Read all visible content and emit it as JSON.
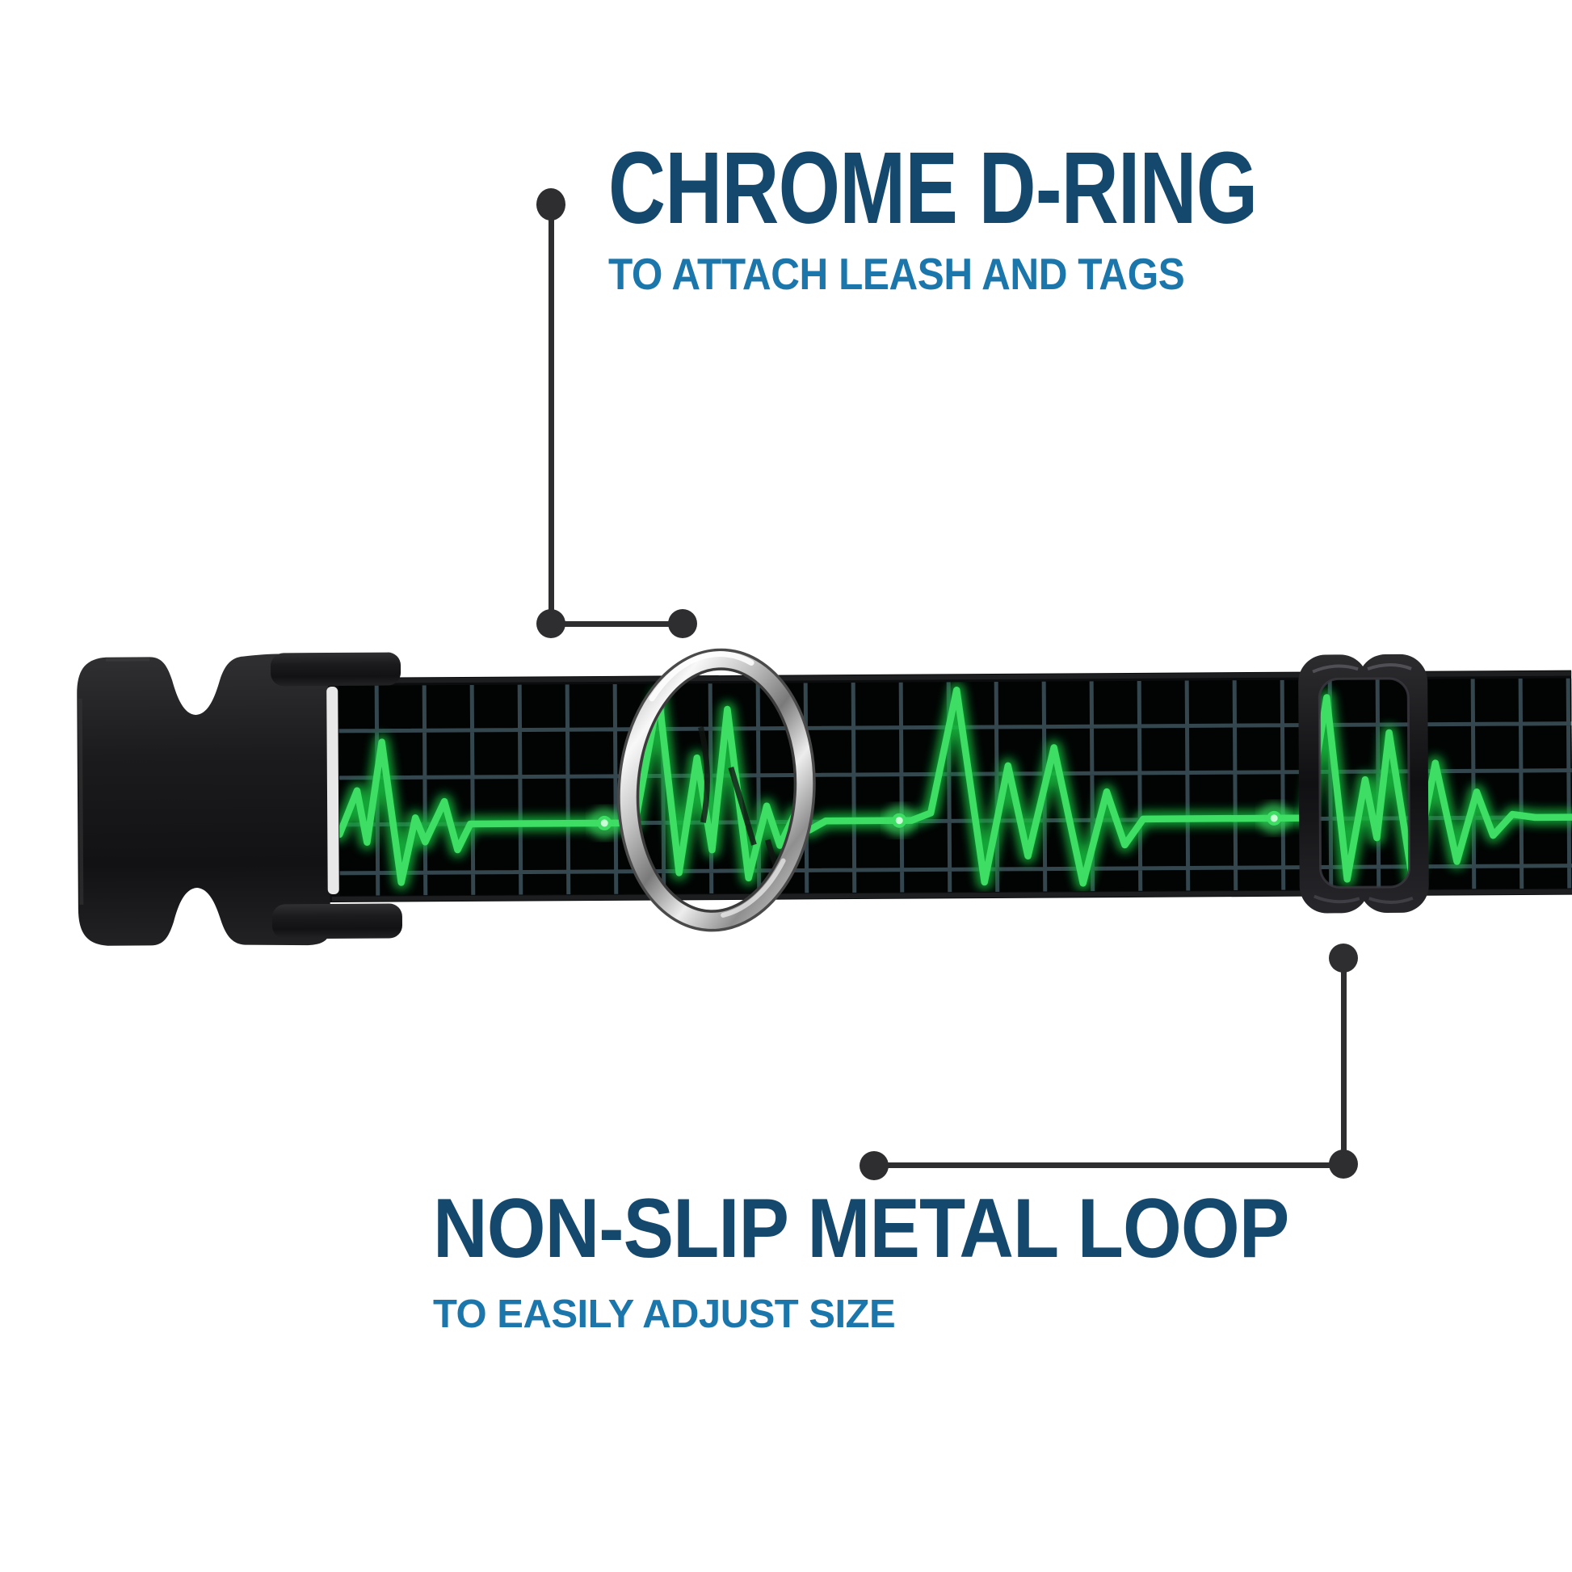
{
  "callouts": {
    "top": {
      "title": "CHROME D-RING",
      "subtitle": "TO ATTACH LEASH AND TAGS"
    },
    "bottom": {
      "title": "NON-SLIP METAL LOOP",
      "subtitle": "TO EASILY ADJUST SIZE"
    }
  },
  "colors": {
    "title_navy": "#15486d",
    "subtitle_blue": "#1b76ab",
    "callout_gray": "#2e2e30",
    "ekg_green": "#3edd63",
    "ekg_glow": "#12b93c",
    "ekg_dot": "#c9ffd4",
    "grid_teal": "#3d525c",
    "webbing_black": "#0b0c0d",
    "background": "#ffffff"
  }
}
